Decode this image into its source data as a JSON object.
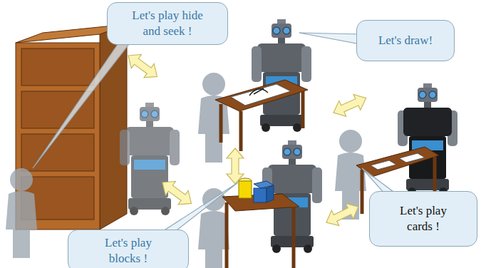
{
  "diagram": {
    "nodes": [
      {
        "text": [
          "Let's play hide and seek !"
        ]
      },
      {
        "text": [
          "Let's draw!"
        ]
      },
      {
        "text": [
          "Let's play blocks !"
        ]
      },
      {
        "text": [
          "Let's play cards !"
        ]
      }
    ]
  }
}
